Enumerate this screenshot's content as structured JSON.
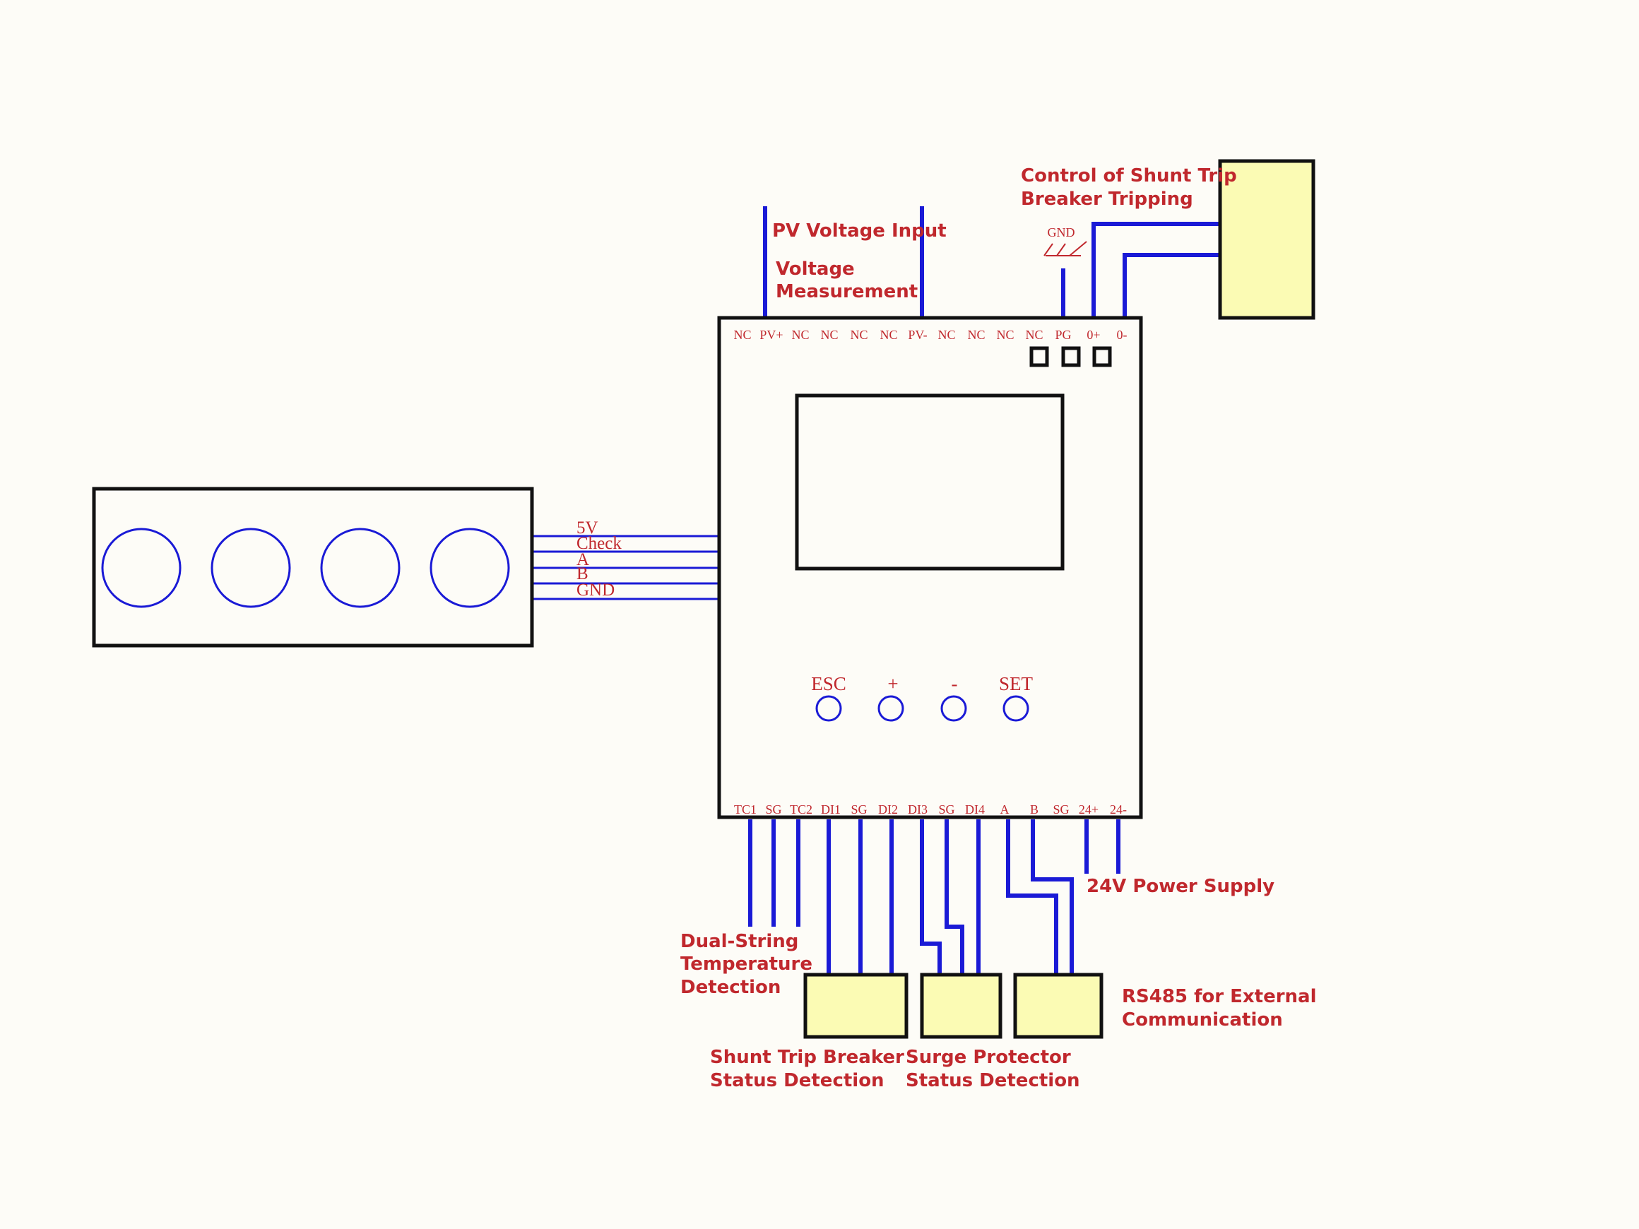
{
  "colors": {
    "wire": "#1a1ad6",
    "label": "#c0282d",
    "device_fill": "#fbfbb4",
    "background": "#fdfcf7"
  },
  "top_terminals": [
    "NC",
    "PV+",
    "NC",
    "NC",
    "NC",
    "NC",
    "PV-",
    "NC",
    "NC",
    "NC",
    "NC",
    "PG",
    "0+",
    "0-"
  ],
  "bottom_terminals": [
    "TC1",
    "SG",
    "TC2",
    "DI1",
    "SG",
    "DI2",
    "DI3",
    "SG",
    "DI4",
    "A",
    "B",
    "SG",
    "24+",
    "24-"
  ],
  "buttons": [
    "ESC",
    "+",
    "-",
    "SET"
  ],
  "connector_pins": [
    "5V",
    "Check",
    "A",
    "B",
    "GND"
  ],
  "gnd_label": "GND",
  "annotations": {
    "pv_voltage_input": "PV Voltage Input",
    "voltage_measurement_1": "Voltage",
    "voltage_measurement_2": "Measurement",
    "shunt_trip_control_1": "Control of Shunt Trip",
    "shunt_trip_control_2": "Breaker Tripping",
    "dual_string_1": "Dual-String",
    "dual_string_2": "Temperature",
    "dual_string_3": "Detection",
    "power_supply": "24V Power Supply",
    "shunt_status_1": "Shunt Trip Breaker",
    "shunt_status_2": "Status Detection",
    "surge_status_1": "Surge Protector",
    "surge_status_2": "Status Detection",
    "rs485_1": "RS485 for External",
    "rs485_2": "Communication"
  }
}
